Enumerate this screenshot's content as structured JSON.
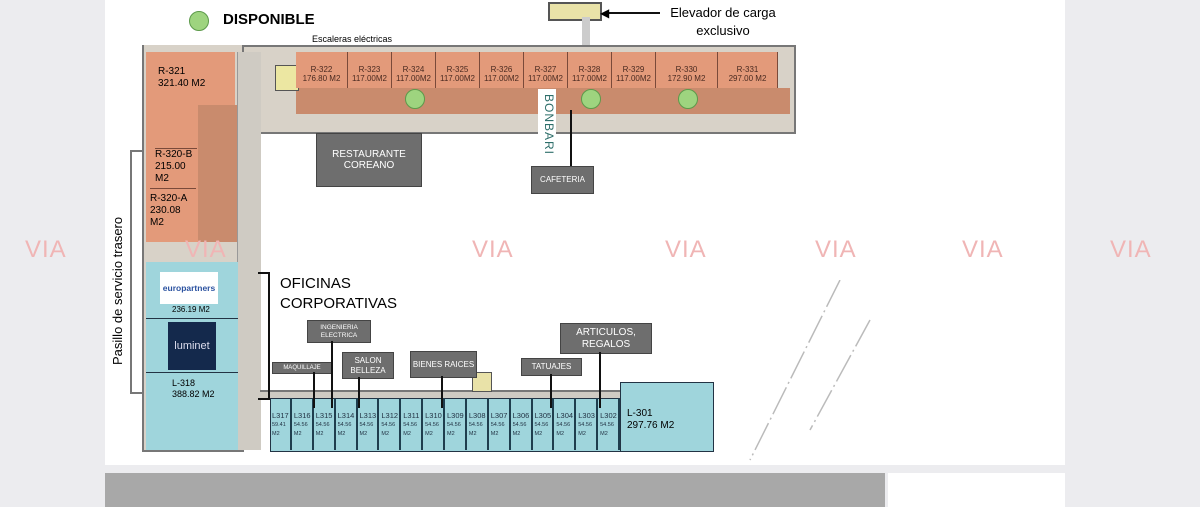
{
  "legend": {
    "label": "DISPONIBLE",
    "color": "#9ed47f"
  },
  "annotations": {
    "elevator": "Elevador de carga exclusivo",
    "escalators": "Escaleras eléctricas",
    "corridor": "Pasillo de servicio trasero",
    "offices_line1": "OFICINAS",
    "offices_line2": "CORPORATIVAS",
    "cafe_sign": "BONBARI"
  },
  "labels": {
    "restaurant": "RESTAURANTE COREANO",
    "cafeteria": "CAFETERIA",
    "engineering": "INGENIERIA ELECTRICA",
    "makeup": "MAQUILLAJE",
    "salon": "SALON BELLEZA",
    "real_estate": "BIENES RAICES",
    "tattoo": "TATUAJES",
    "gifts": "ARTICULOS, REGALOS"
  },
  "top_rooms": [
    {
      "id": "R-322",
      "size": "176.80 M2"
    },
    {
      "id": "R-323",
      "size": "117.00M2"
    },
    {
      "id": "R-324",
      "size": "117.00M2",
      "available": true
    },
    {
      "id": "R-325",
      "size": "117.00M2"
    },
    {
      "id": "R-326",
      "size": "117.00M2"
    },
    {
      "id": "R-327",
      "size": "117.00M2"
    },
    {
      "id": "R-328",
      "size": "117.00M2",
      "available": true
    },
    {
      "id": "R-329",
      "size": "117.00M2"
    },
    {
      "id": "R-330",
      "size": "172.90 M2",
      "available": true
    },
    {
      "id": "R-331",
      "size": "297.00 M2"
    }
  ],
  "left_rooms": [
    {
      "id": "R-321",
      "size": "321.40 M2"
    },
    {
      "id": "R-320-B",
      "size": "215.00 M2"
    },
    {
      "id": "R-320-A",
      "size": "230.08 M2"
    }
  ],
  "tenants": {
    "europartners": {
      "logo": "europartners",
      "size": "236.19 M2"
    },
    "luminet": {
      "logo": "luminet"
    },
    "l318": {
      "id": "L-318",
      "size": "388.82 M2"
    }
  },
  "shops": [
    {
      "id": "L317",
      "size": "59.41 M2"
    },
    {
      "id": "L316",
      "size": "54.56 M2"
    },
    {
      "id": "L315",
      "size": "54.56 M2"
    },
    {
      "id": "L314",
      "size": "54.56 M2"
    },
    {
      "id": "L313",
      "size": "54.56 M2"
    },
    {
      "id": "L312",
      "size": "54.56 M2"
    },
    {
      "id": "L311",
      "size": "54.56 M2"
    },
    {
      "id": "L310",
      "size": "54.56 M2"
    },
    {
      "id": "L309",
      "size": "54.56 M2"
    },
    {
      "id": "L308",
      "size": "54.56 M2"
    },
    {
      "id": "L307",
      "size": "54.56 M2"
    },
    {
      "id": "L306",
      "size": "54.56 M2"
    },
    {
      "id": "L305",
      "size": "54.56 M2"
    },
    {
      "id": "L304",
      "size": "54.56 M2"
    },
    {
      "id": "L303",
      "size": "54.56 M2"
    },
    {
      "id": "L302",
      "size": "54.56 M2"
    }
  ],
  "l301": {
    "id": "L-301",
    "size": "297.76 M2"
  },
  "watermark": "VIA"
}
